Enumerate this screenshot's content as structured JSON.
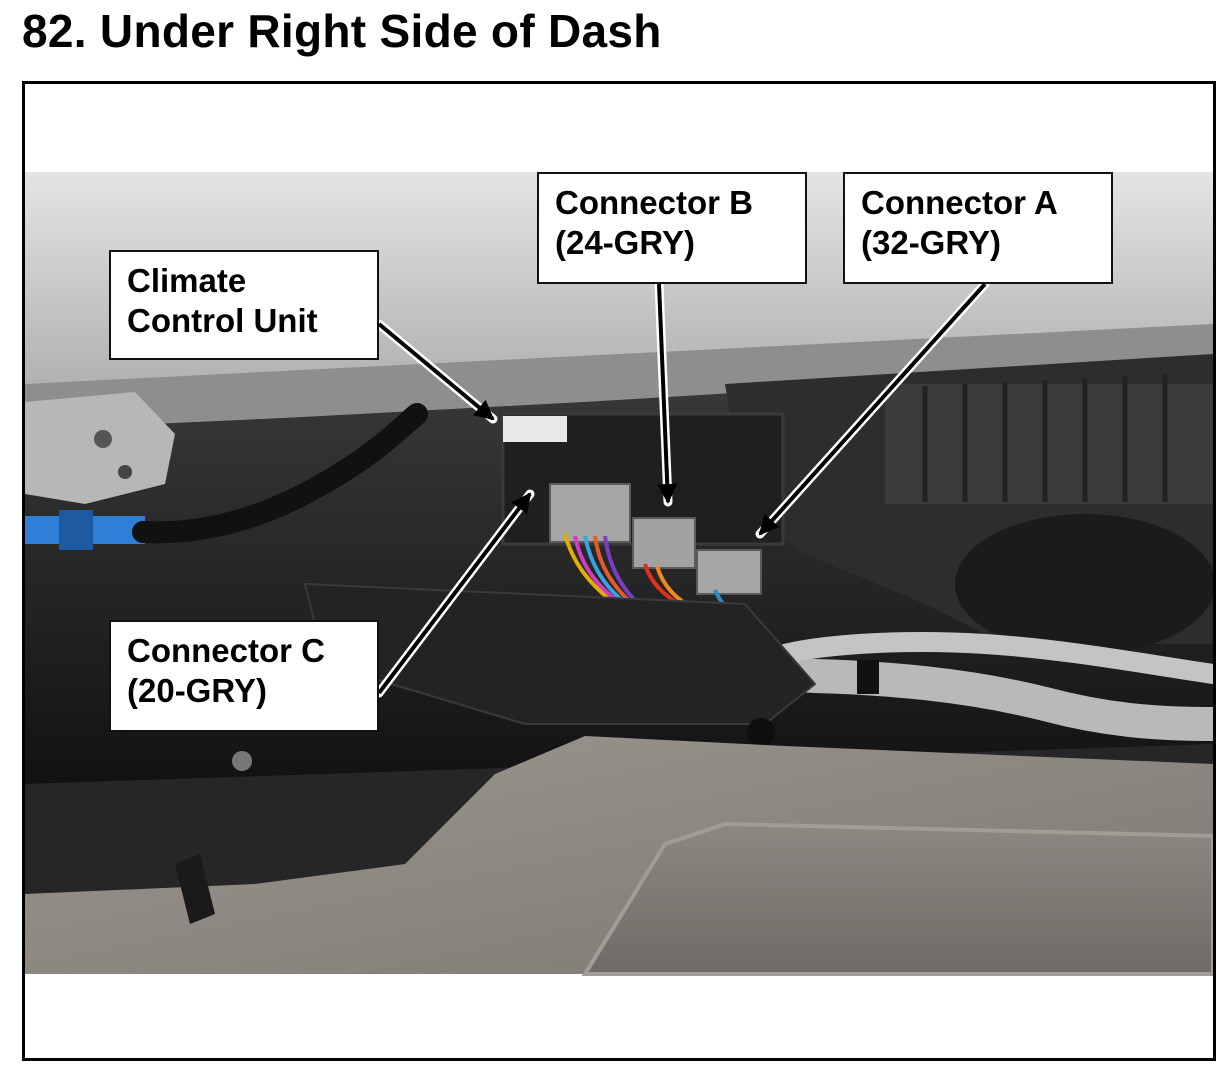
{
  "page_title": "82.  Under Right Side of Dash",
  "callouts": {
    "climate_control_unit": {
      "line1": "Climate",
      "line2": "Control Unit"
    },
    "connector_b": {
      "line1": "Connector B",
      "line2": "(24-GRY)"
    },
    "connector_a": {
      "line1": "Connector A",
      "line2": "(32-GRY)"
    },
    "connector_c": {
      "line1": "Connector C",
      "line2": "(20-GRY)"
    }
  },
  "colors": {
    "frame": "#000000",
    "arrow": "#000000",
    "dash_trim": "#cfcfcf",
    "carpet": "#8f8a84",
    "dark_plastic": "#1e1e1e",
    "wire_tape": "#b9b9b9",
    "blue_connector": "#2f7fd6"
  }
}
